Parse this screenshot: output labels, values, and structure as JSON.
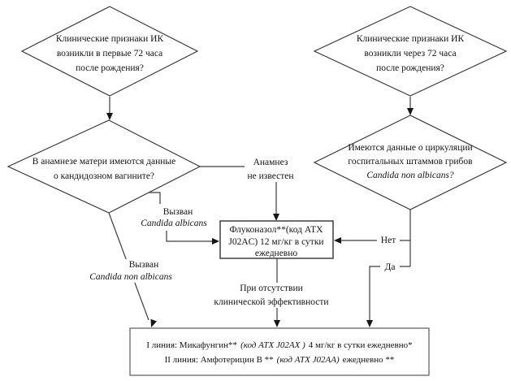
{
  "colors": {
    "line": "#3d3d3d",
    "text": "#141414",
    "background": "#ffffff",
    "arrowhead": "#161616"
  },
  "decisions": {
    "early_onset": {
      "l1": "Клинические признаки ИК",
      "l2": "возникли в первые 72 часа",
      "l3": "после рождения?"
    },
    "late_onset": {
      "l1": "Клинические признаки ИК",
      "l2": "возникли через 72 часа",
      "l3": "после рождения?"
    },
    "maternal_history": {
      "l1": "В анамнезе матери имеются данные",
      "l2": "о кандидозном вагините?"
    },
    "hospital_strains": {
      "l1": "Имеются данные о циркуляции",
      "l2": "госпитальных штаммов грибов",
      "l3": "Candida non albicans?"
    }
  },
  "labels": {
    "anamnesis_unknown": {
      "l1": "Анамнез",
      "l2": "не известен"
    },
    "caused_albicans": {
      "l1": "Вызван",
      "l2": "Candida albicans"
    },
    "caused_non_albicans": {
      "l1": "Вызван",
      "l2": "Candida non albicans"
    },
    "no_effect": {
      "l1": "При отсутствии",
      "l2": "клинической эффективности"
    },
    "no": "Нет",
    "yes": "Да"
  },
  "boxes": {
    "fluconazole": {
      "l1": "Флуконазол**(код АТХ",
      "l2": "J02AC) 12 мг/кг в сутки",
      "l3": "ежедневно"
    },
    "therapy": {
      "line1": {
        "pre": "I линия: Микафунгин**",
        "code": "(код АТХ J02AX )",
        "post": "4 мг/кг в сутки ежедневно*"
      },
      "line2": {
        "pre": "II линия: Амфотерицин В **",
        "code": "(код АТХ J02AA)",
        "post": "ежедневно **"
      }
    }
  }
}
